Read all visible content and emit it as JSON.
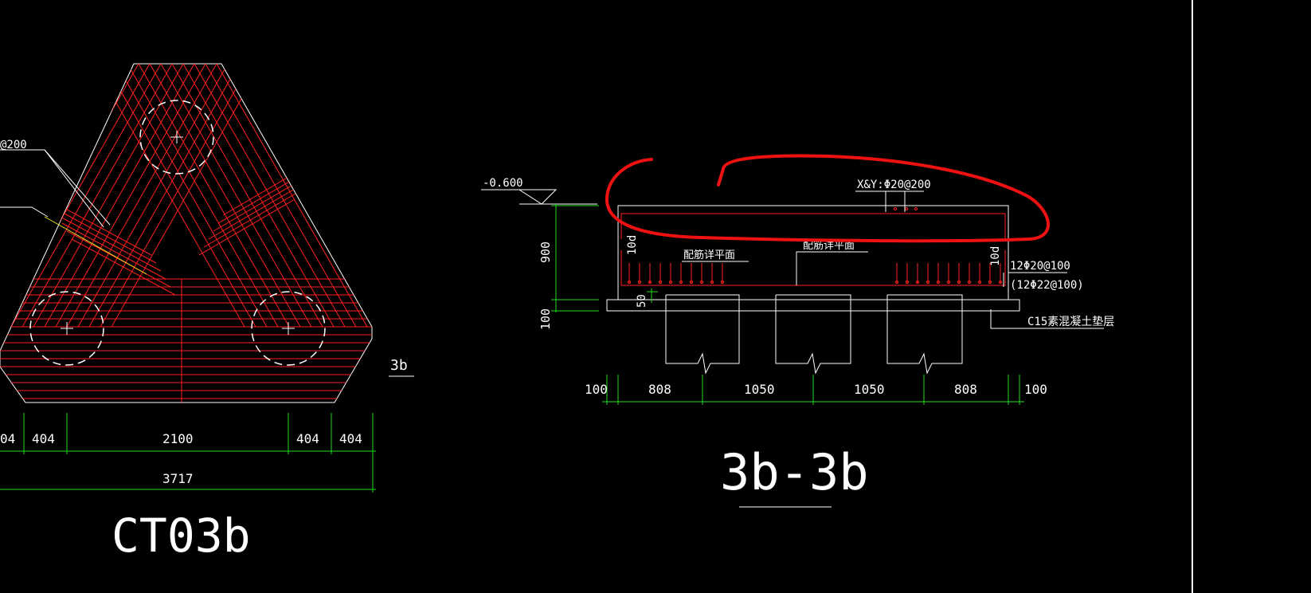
{
  "plan_view": {
    "title": "CT03b",
    "section_marker": "3b",
    "rebar_callout": "@200",
    "dimensions_row1": [
      "04",
      "404",
      "2100",
      "404",
      "404"
    ],
    "dimension_total": "3717"
  },
  "section_view": {
    "title": "3b-3b",
    "elevation": "-0.600",
    "top_rebar": "X&Y:Φ20@200",
    "height_label": "900",
    "cushion_label": "100",
    "anchorage_left": "10d",
    "anchorage_right": "10d",
    "mesh_plan_left": "配筋详平面",
    "mesh_plan_center": "配筋详平面",
    "bottom_rebar": "12Φ20@100",
    "bottom_rebar_alt": "(12Φ22@100)",
    "pile_embed": "50",
    "cushion_note": "C15素混凝土垫层",
    "dimensions": [
      "100",
      "808",
      "1050",
      "1050",
      "808",
      "100"
    ]
  },
  "colors": {
    "background": "#000000",
    "lines": "#ffffff",
    "rebar": "#ff2020",
    "dimension": "#22dd22",
    "markup": "#ee1111"
  }
}
